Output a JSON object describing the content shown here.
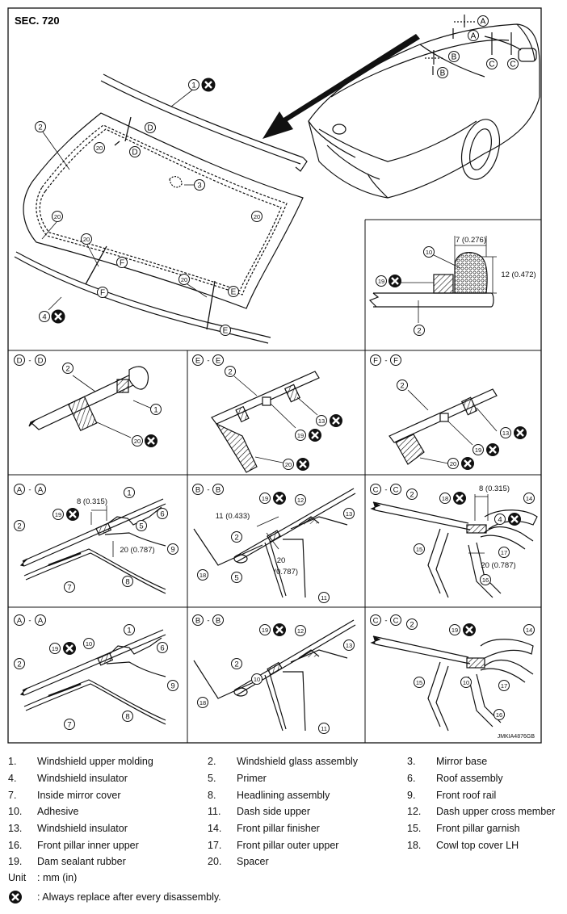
{
  "section_title": "SEC. 720",
  "figure_code": "JMKIA4876GB",
  "section_labels": {
    "dd": [
      "D",
      "D"
    ],
    "ee": [
      "E",
      "E"
    ],
    "ff": [
      "F",
      "F"
    ],
    "aa": [
      "A",
      "A"
    ],
    "bb": [
      "B",
      "B"
    ],
    "cc": [
      "C",
      "C"
    ]
  },
  "dimensions": {
    "adhesive_width": "7 (0.276)",
    "adhesive_height": "12 (0.472)",
    "aa_dim": "8 (0.315)",
    "aa_dim2": "20 (0.787)",
    "bb_dim": "11 (0.433)",
    "bb_dim2a": "20",
    "bb_dim2b": "(0.787)",
    "cc_dim": "8 (0.315)",
    "cc_dim2": "20 (0.787)"
  },
  "legend": [
    [
      {
        "n": "1.",
        "t": "Windshield upper molding"
      },
      {
        "n": "2.",
        "t": "Windshield glass assembly"
      },
      {
        "n": "3.",
        "t": "Mirror base"
      }
    ],
    [
      {
        "n": "4.",
        "t": "Windshield insulator"
      },
      {
        "n": "5.",
        "t": "Primer"
      },
      {
        "n": "6.",
        "t": "Roof assembly"
      }
    ],
    [
      {
        "n": "7.",
        "t": "Inside mirror cover"
      },
      {
        "n": "8.",
        "t": "Headlining assembly"
      },
      {
        "n": "9.",
        "t": "Front roof rail"
      }
    ],
    [
      {
        "n": "10.",
        "t": "Adhesive"
      },
      {
        "n": "11.",
        "t": "Dash side upper"
      },
      {
        "n": "12.",
        "t": "Dash upper cross member"
      }
    ],
    [
      {
        "n": "13.",
        "t": "Windshield insulator"
      },
      {
        "n": "14.",
        "t": "Front pillar finisher"
      },
      {
        "n": "15.",
        "t": "Front pillar garnish"
      }
    ],
    [
      {
        "n": "16.",
        "t": "Front pillar inner upper"
      },
      {
        "n": "17.",
        "t": "Front pillar outer upper"
      },
      {
        "n": "18.",
        "t": "Cowl top cover LH"
      }
    ],
    [
      {
        "n": "19.",
        "t": "Dam sealant rubber"
      },
      {
        "n": "20.",
        "t": "Spacer"
      }
    ]
  ],
  "unit_key": "Unit",
  "unit_value": ": mm (in)",
  "note_icon": "x-replace-icon",
  "note_text": ": Always replace after every disassembly."
}
